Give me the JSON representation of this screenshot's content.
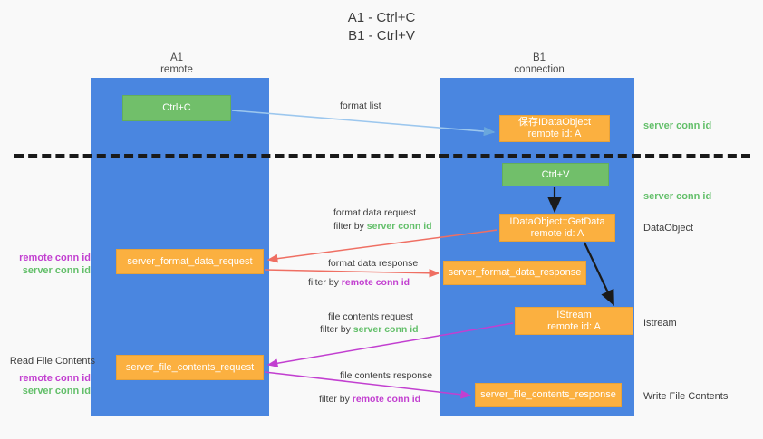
{
  "title": {
    "line1": "A1 - Ctrl+C",
    "line2": "B1 - Ctrl+V"
  },
  "columns": [
    {
      "id": "a1",
      "name": "A1",
      "role": "remote"
    },
    {
      "id": "b1",
      "name": "B1",
      "role": "connection"
    }
  ],
  "nodes": [
    {
      "id": "ctrl-c",
      "type": "green",
      "line1": "Ctrl+C",
      "line2": ""
    },
    {
      "id": "save-idataobject",
      "type": "orange",
      "line1": "保存IDataObject",
      "line2": "remote id: A"
    },
    {
      "id": "ctrl-v",
      "type": "green",
      "line1": "Ctrl+V",
      "line2": ""
    },
    {
      "id": "getdata",
      "type": "orange",
      "line1": "IDataObject::GetData",
      "line2": "remote id: A"
    },
    {
      "id": "server-format-data-request",
      "type": "orange",
      "line1": "server_format_data_request",
      "line2": ""
    },
    {
      "id": "server-format-data-response",
      "type": "orange",
      "line1": "server_format_data_response",
      "line2": ""
    },
    {
      "id": "istream",
      "type": "orange",
      "line1": "IStream",
      "line2": "remote id: A"
    },
    {
      "id": "server-file-contents-request",
      "type": "orange",
      "line1": "server_file_contents_request",
      "line2": ""
    },
    {
      "id": "server-file-contents-response",
      "type": "orange",
      "line1": "server_file_contents_response",
      "line2": ""
    }
  ],
  "edge_labels": {
    "format_list": "format list",
    "format_data_request": "format data request",
    "filter_by": "filter by",
    "format_data_response": "format data response",
    "file_contents_request": "file contents request",
    "file_contents_response": "file contents response",
    "server_conn_id": "server conn id",
    "remote_conn_id": "remote conn id"
  },
  "annotations": {
    "server_conn_id": "server conn id",
    "remote_conn_id": "remote conn id",
    "dataobject": "DataObject",
    "istream": "Istream",
    "write_file_contents": "Write File Contents",
    "read_file_contents": "Read File Contents"
  },
  "colors": {
    "lane": "#4a86e0",
    "green_node": "#71bf6a",
    "orange_node": "#fbb040",
    "green_text": "#63bf6a",
    "purple_text": "#c23fd0",
    "blue_edge": "#9cc7ee",
    "red_edge": "#ef6f63",
    "magenta_edge": "#c23fd0",
    "black_edge": "#1a1a1a",
    "background": "#f9f9f9"
  }
}
